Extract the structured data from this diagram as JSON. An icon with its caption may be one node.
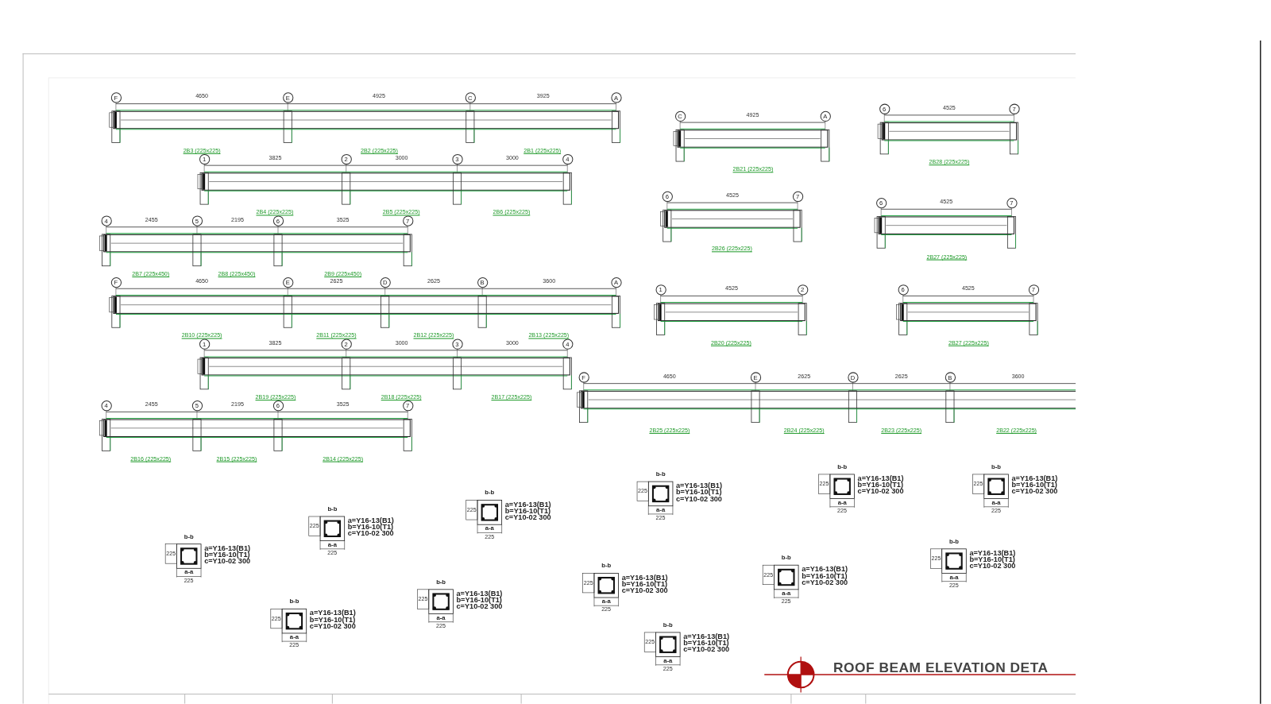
{
  "diagram": {
    "title": "ROOF BEAM ELEVATION DETA",
    "nodes": [
      {
        "text": [
          "F"
        ]
      },
      {
        "text": [
          "E"
        ]
      },
      {
        "text": [
          "C"
        ]
      },
      {
        "text": [
          "A"
        ]
      },
      {
        "text": [
          "C"
        ]
      },
      {
        "text": [
          "A"
        ]
      },
      {
        "text": [
          "6"
        ]
      },
      {
        "text": [
          "7"
        ]
      },
      {
        "text": [
          "1"
        ]
      },
      {
        "text": [
          "2"
        ]
      },
      {
        "text": [
          "3"
        ]
      },
      {
        "text": [
          "4"
        ]
      },
      {
        "text": [
          "6"
        ]
      },
      {
        "text": [
          "7"
        ]
      },
      {
        "text": [
          "6"
        ]
      },
      {
        "text": [
          "7"
        ]
      },
      {
        "text": [
          "4"
        ]
      },
      {
        "text": [
          "5"
        ]
      },
      {
        "text": [
          "6"
        ]
      },
      {
        "text": [
          "7"
        ]
      },
      {
        "text": [
          "F"
        ]
      },
      {
        "text": [
          "E"
        ]
      },
      {
        "text": [
          "D"
        ]
      },
      {
        "text": [
          "B"
        ]
      },
      {
        "text": [
          "A"
        ]
      },
      {
        "text": [
          "1"
        ]
      },
      {
        "text": [
          "2"
        ]
      },
      {
        "text": [
          "6"
        ]
      },
      {
        "text": [
          "7"
        ]
      },
      {
        "text": [
          "1"
        ]
      },
      {
        "text": [
          "2"
        ]
      },
      {
        "text": [
          "3"
        ]
      },
      {
        "text": [
          "4"
        ]
      },
      {
        "text": [
          "F"
        ]
      },
      {
        "text": [
          "E"
        ]
      },
      {
        "text": [
          "D"
        ]
      },
      {
        "text": [
          "B"
        ]
      },
      {
        "text": [
          "4"
        ]
      },
      {
        "text": [
          "5"
        ]
      },
      {
        "text": [
          "6"
        ]
      },
      {
        "text": [
          "7"
        ]
      }
    ],
    "labels": [
      "4650",
      "4925",
      "3925",
      "2B3 (225x225)",
      "2B2 (225x225)",
      "2B1 (225x225)",
      "4925",
      "2B21 (225x225)",
      "4525",
      "2B28 (225x225)",
      "3825",
      "3000",
      "3000",
      "2B4 (225x225)",
      "2B5 (225x225)",
      "2B6 (225x225)",
      "4525",
      "2B26 (225x225)",
      "4525",
      "2B27 (225x225)",
      "2455",
      "2195",
      "3525",
      "2B7 (225x450)",
      "2B8 (225x450)",
      "2B9 (225x450)",
      "4650",
      "2625",
      "2625",
      "3600",
      "2B10 (225x225)",
      "2B11 (225x225)",
      "2B12 (225x225)",
      "2B13 (225x225)",
      "4525",
      "4525",
      "3825",
      "3000",
      "3000",
      "2B20 (225x225)",
      "2B27 (225x225)",
      "2B19 (225x225)",
      "2B18 (225x225)",
      "2B17 (225x225)",
      "4650",
      "2625",
      "2625",
      "3600",
      "2B25 (225x225)",
      "2B24 (225x225)",
      "2B23 (225x225)",
      "2B22 (225x225)",
      "2455",
      "2195",
      "3525",
      "2B16 (225x225)",
      "2B15 (225x225)",
      "2B14 (225x225)",
      "b-b",
      "225",
      "a=Y16-13(B1)",
      "b=Y16-10(T1)",
      "c=Y10-02 300",
      "a-a",
      "225",
      "b-b",
      "225",
      "a=Y16-13(B1)",
      "b=Y16-10(T1)",
      "c=Y10-02 300",
      "a-a",
      "225",
      "b-b",
      "225",
      "a=Y16-13(B1)",
      "b=Y16-10(T1)",
      "c=Y10-02 300",
      "a-a",
      "225",
      "b-b",
      "225",
      "a=Y16-13(B1)",
      "b=Y16-10(T1)",
      "c=Y10-02 300",
      "a-a",
      "225",
      "b-b",
      "225",
      "a=Y16-13(B1)",
      "b=Y16-10(T1)",
      "c=Y10-02 300",
      "a-a",
      "225",
      "b-b",
      "225",
      "a=Y16-13(B1)",
      "b=Y16-10(T1)",
      "c=Y10-02 300",
      "a-a",
      "225",
      "b-b",
      "225",
      "a=Y16-13(B1)",
      "b=Y16-10(T1)",
      "c=Y10-02 300",
      "a-a",
      "225",
      "b-b",
      "225",
      "a=Y16-13(B1)",
      "b=Y16-10(T1)",
      "c=Y10-02 300",
      "a-a",
      "225",
      "b-b",
      "225",
      "a=Y16-13(B1)",
      "b=Y16-10(T1)",
      "c=Y10-02 300",
      "a-a",
      "225",
      "b-b",
      "225",
      "a=Y16-13(B1)",
      "b=Y16-10(T1)",
      "c=Y10-02 300",
      "a-a",
      "225",
      "b-b",
      "225",
      "a=Y16-13(B1)",
      "b=Y16-10(T1)",
      "c=Y10-02 300",
      "a-a",
      "225",
      "b-b",
      "225",
      "a=Y16-13(B1)",
      "b=Y16-10(T1)",
      "c=Y10-02 300",
      "a-a",
      "225"
    ]
  }
}
